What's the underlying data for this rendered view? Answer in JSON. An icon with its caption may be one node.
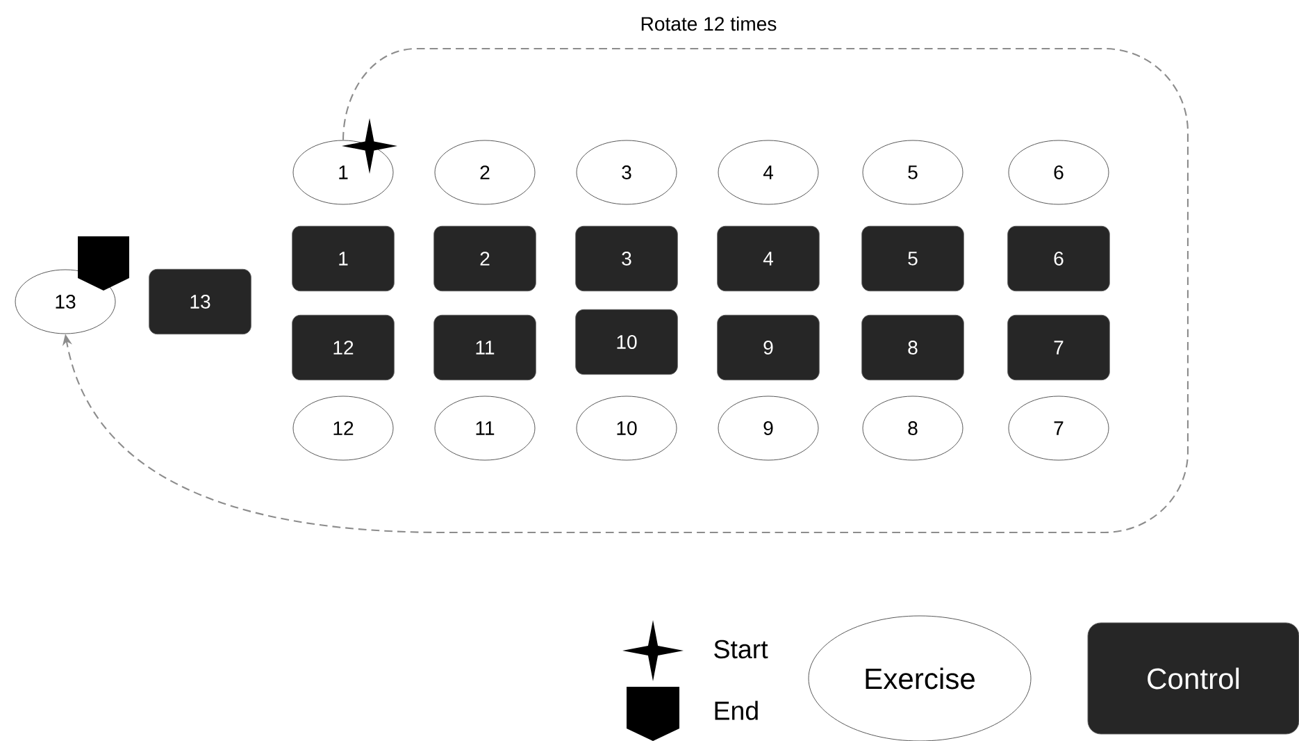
{
  "diagram": {
    "nodes": [
      {
        "text": [
          "1"
        ]
      },
      {
        "text": [
          "2"
        ]
      },
      {
        "text": [
          "3"
        ]
      },
      {
        "text": [
          "4"
        ]
      },
      {
        "text": [
          "5"
        ]
      },
      {
        "text": [
          "6"
        ]
      },
      {
        "text": [
          "13"
        ]
      },
      {
        "text": [
          "13"
        ]
      },
      {
        "text": [
          "1"
        ]
      },
      {
        "text": [
          "2"
        ]
      },
      {
        "text": [
          "3"
        ]
      },
      {
        "text": [
          "4"
        ]
      },
      {
        "text": [
          "5"
        ]
      },
      {
        "text": [
          "6"
        ]
      },
      {
        "text": [
          "12"
        ]
      },
      {
        "text": [
          "11"
        ]
      },
      {
        "text": [
          "10"
        ]
      },
      {
        "text": [
          "9"
        ]
      },
      {
        "text": [
          "8"
        ]
      },
      {
        "text": [
          "7"
        ]
      },
      {
        "text": [
          "12"
        ]
      },
      {
        "text": [
          "11"
        ]
      },
      {
        "text": [
          "10"
        ]
      },
      {
        "text": [
          "9"
        ]
      },
      {
        "text": [
          "8"
        ]
      },
      {
        "text": [
          "7"
        ]
      },
      {
        "text": [
          "Exercise"
        ]
      },
      {
        "text": [
          "Control"
        ]
      }
    ],
    "edges": [
      {
        "from": 0,
        "to": 6,
        "arrow": "to",
        "style": "dashed",
        "label": "Rotate 12 times"
      }
    ],
    "legend": [
      {
        "text": "Start"
      },
      {
        "text": "End"
      }
    ]
  }
}
